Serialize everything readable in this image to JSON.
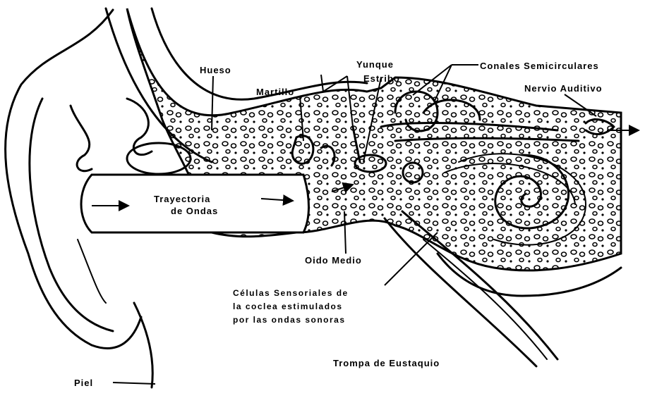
{
  "labels": {
    "hueso": "Hueso",
    "yunque": "Yunque",
    "estribo": "Estribo",
    "martillo": "Martillo",
    "canales": "Conales Semicirculares",
    "nervio": "Nervio Auditivo",
    "trayectoria_1": "Trayectoria",
    "trayectoria_2": "de Ondas",
    "oido_medio": "Oido Medio",
    "celulas_1": "Células Sensoriales de",
    "celulas_2": "la coclea estimulados",
    "celulas_3": "por las ondas sonoras",
    "trompa": "Trompa de Eustaquio",
    "piel": "Piel"
  },
  "colors": {
    "ink": "#000000",
    "paper": "#ffffff"
  }
}
